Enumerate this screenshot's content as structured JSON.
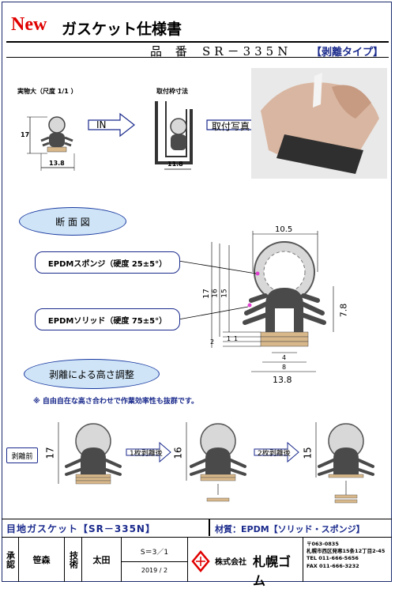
{
  "header": {
    "new_word": "New",
    "title": "ガスケット仕様書",
    "part_label": "品 番",
    "part_number": "SR－335N",
    "part_tag": "【剥離タイプ】"
  },
  "top_section": {
    "actual_size_label": "実物大（尺度 1/1 ）",
    "mount_dim_label": "取付枠寸法",
    "in_label": "IN",
    "photo_label": "取付写真",
    "dim_height": "17",
    "dim_width": "13.8",
    "dim_frame_width": "11.8"
  },
  "section_view": {
    "oval_label": "断 面 図",
    "sponge_callout": "EPDMスポンジ（硬度 25±5°）",
    "solid_callout": "EPDMソリッド（硬度 75±5°）",
    "dims": {
      "top_width": "10.5",
      "height_total": "17",
      "height_inner": "16",
      "height_mid": "15",
      "right_height": "7.8",
      "bottom_a": "2",
      "bottom_b": "1",
      "bottom_c": "1",
      "inner_width_small": "4",
      "inner_width": "8",
      "bottom_width": "13.8"
    }
  },
  "height_adjust": {
    "oval_label": "剥離による高さ調整",
    "note": "※ 自由自在な高さ合わせで作業効率性も抜群です。",
    "before_label": "剥離前",
    "after1_label": "1枚剥離後",
    "after2_label": "2枚剥離後",
    "h_before": "17",
    "h_after1": "16",
    "h_after2": "15"
  },
  "bottom_bar": {
    "product": "目地ガスケット【SR－335N】",
    "material": "材質：EPDM【ソリッド・スポンジ】"
  },
  "footer": {
    "approve_label": "承認",
    "approver": "笹森",
    "tech_label": "技術",
    "tech_person": "太田",
    "scale": "S＝3／1",
    "date": "2019 / 2",
    "company_prefix": "株式会社",
    "company_name": "札幌ゴム",
    "postal": "〒063-0835",
    "address": "札幌市西区発寒15条12丁目2-45",
    "tel": "TEL 011-666-5656",
    "fax": "FAX 011-666-3232"
  },
  "colors": {
    "accent_red": "#e00000",
    "navy": "#1a2a8c",
    "oval_fill": "#cfe4f7",
    "gasket_dark": "#4a4a4a",
    "sponge_fill": "#d8d8d8"
  }
}
